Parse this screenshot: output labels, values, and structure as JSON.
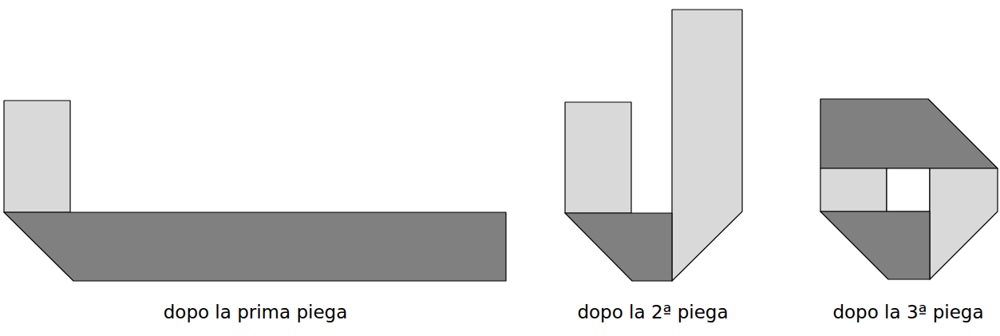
{
  "diagram": {
    "labels": [
      "dopo la prima piega",
      "dopo la 2ª piega",
      "dopo la 3ª piega"
    ]
  }
}
